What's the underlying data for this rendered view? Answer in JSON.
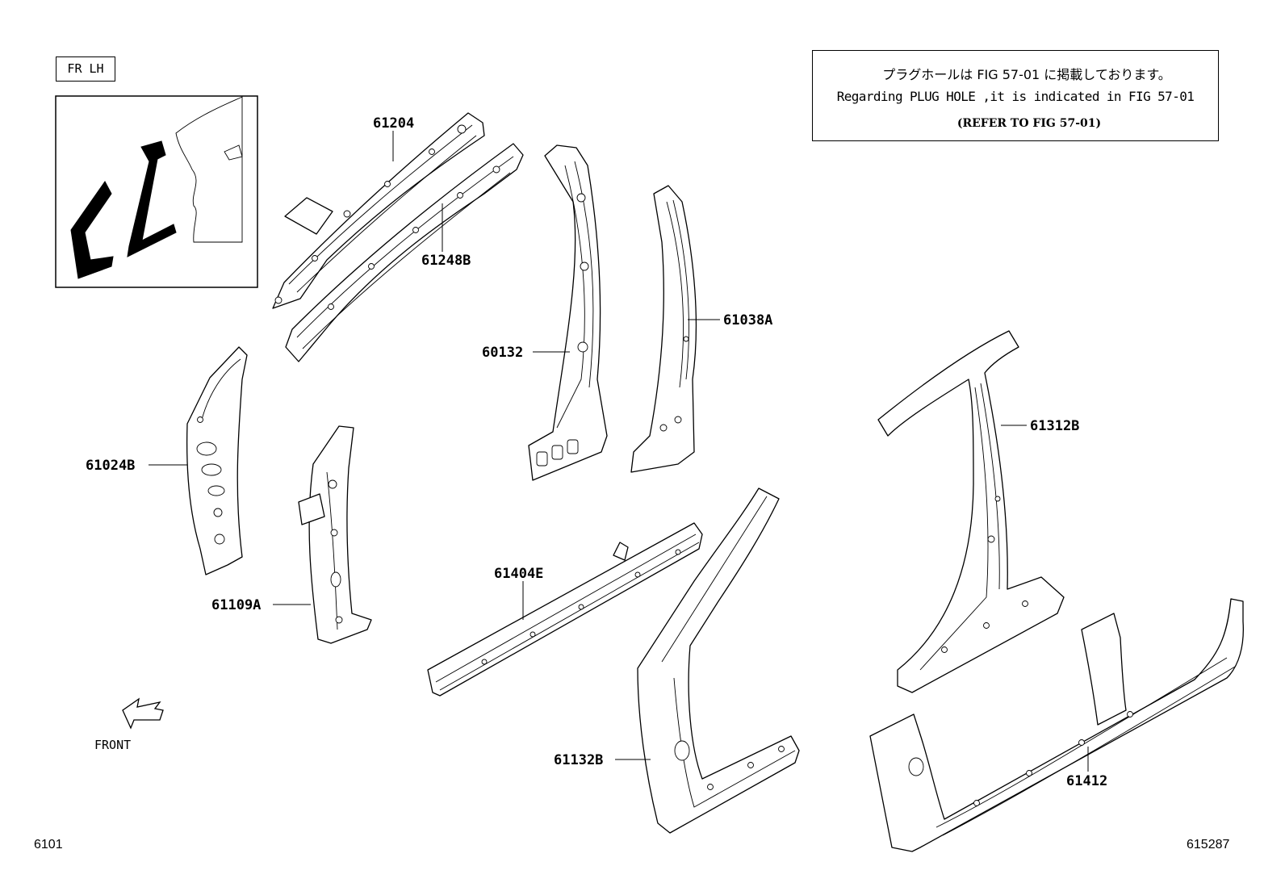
{
  "section_code": "6101",
  "illustration_id": "615287",
  "side_label": "FR LH",
  "front_label": "FRONT",
  "note": {
    "japanese": "プラグホールは FIG 57-01 に掲載しております。",
    "english": "Regarding PLUG HOLE ,it is indicated in FIG 57-01",
    "refer": "(REFER TO FIG 57-01)"
  },
  "parts": [
    {
      "id": "p61204",
      "number": "61204"
    },
    {
      "id": "p61248B",
      "number": "61248B"
    },
    {
      "id": "p60132",
      "number": "60132"
    },
    {
      "id": "p61038A",
      "number": "61038A"
    },
    {
      "id": "p61312B",
      "number": "61312B"
    },
    {
      "id": "p61024B",
      "number": "61024B"
    },
    {
      "id": "p61109A",
      "number": "61109A"
    },
    {
      "id": "p61404E",
      "number": "61404E"
    },
    {
      "id": "p61132B",
      "number": "61132B"
    },
    {
      "id": "p61412",
      "number": "61412"
    }
  ]
}
